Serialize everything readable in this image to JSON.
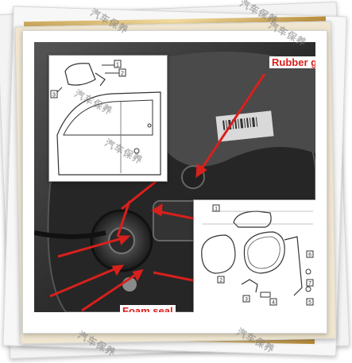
{
  "labels": {
    "rubber": "Rubber g",
    "foam": "Foam seal"
  },
  "watermarks": [
    "汽车保养",
    "汽车保养",
    "汽车保养",
    "汽车保养",
    "汽车保养",
    "汽车保养",
    "汽车保养"
  ],
  "callouts": {
    "door": [
      "1",
      "2",
      "3"
    ],
    "mirror": [
      "1",
      "2",
      "3",
      "4",
      "5",
      "6",
      "7"
    ]
  },
  "colors": {
    "arrow": "#d8201c",
    "photo_dark": "#3a3a3a",
    "gold": "#caa65a"
  }
}
